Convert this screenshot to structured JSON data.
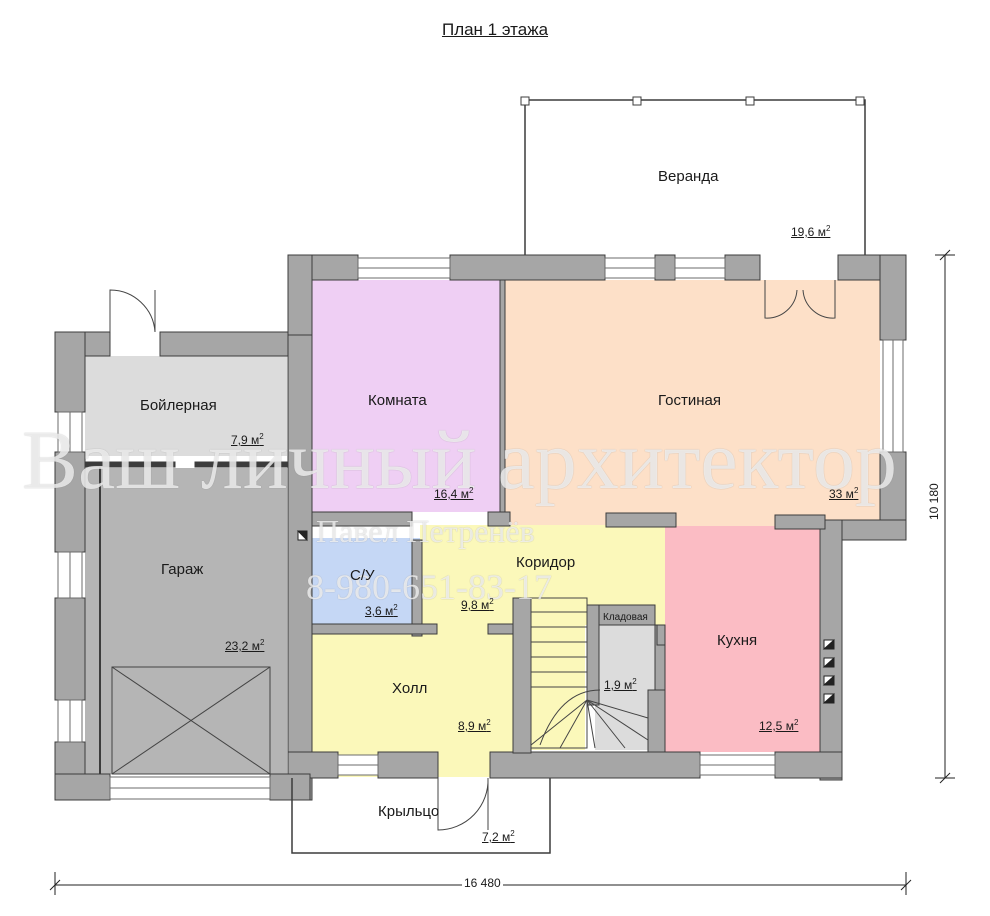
{
  "title": "План 1 этажа",
  "rooms": {
    "veranda": {
      "name": "Веранда",
      "area": "19,6 м",
      "sup": "2"
    },
    "living": {
      "name": "Гостиная",
      "area": "33 м",
      "sup": "2",
      "color": "#fde0c8"
    },
    "room": {
      "name": "Комната",
      "area": "16,4 м",
      "sup": "2",
      "color": "#efcff4"
    },
    "boiler": {
      "name": "Бойлерная",
      "area": "7,9 м",
      "sup": "2",
      "color": "#dcdcdc"
    },
    "garage": {
      "name": "Гараж",
      "area": "23,2 м",
      "sup": "2",
      "color": "#b5b5b5"
    },
    "wc": {
      "name": "С/У",
      "area": "3,6 м",
      "sup": "2",
      "color": "#c5d7f5"
    },
    "corridor": {
      "name": "Коридор",
      "area": "9,8 м",
      "sup": "2",
      "color": "#fbf8ba"
    },
    "hall": {
      "name": "Холл",
      "area": "8,9 м",
      "sup": "2",
      "color": "#fbf8ba"
    },
    "pantry": {
      "name": "Кладовая",
      "area": "1,9 м",
      "sup": "2",
      "color": "#dcdcdc"
    },
    "kitchen": {
      "name": "Кухня",
      "area": "12,5 м",
      "sup": "2",
      "color": "#fbbcc4"
    },
    "porch": {
      "name": "Крыльцо",
      "area": "7,2 м",
      "sup": "2"
    }
  },
  "dimensions": {
    "width": "16 480",
    "height": "10 180"
  },
  "watermark": {
    "line1": "Ваш личный архитектор",
    "line2": "Павел Петренёв",
    "line3": "8-980-651-83-17"
  },
  "colors": {
    "wall": "#a6a6a6",
    "wall_stroke": "#3c3c3c"
  }
}
